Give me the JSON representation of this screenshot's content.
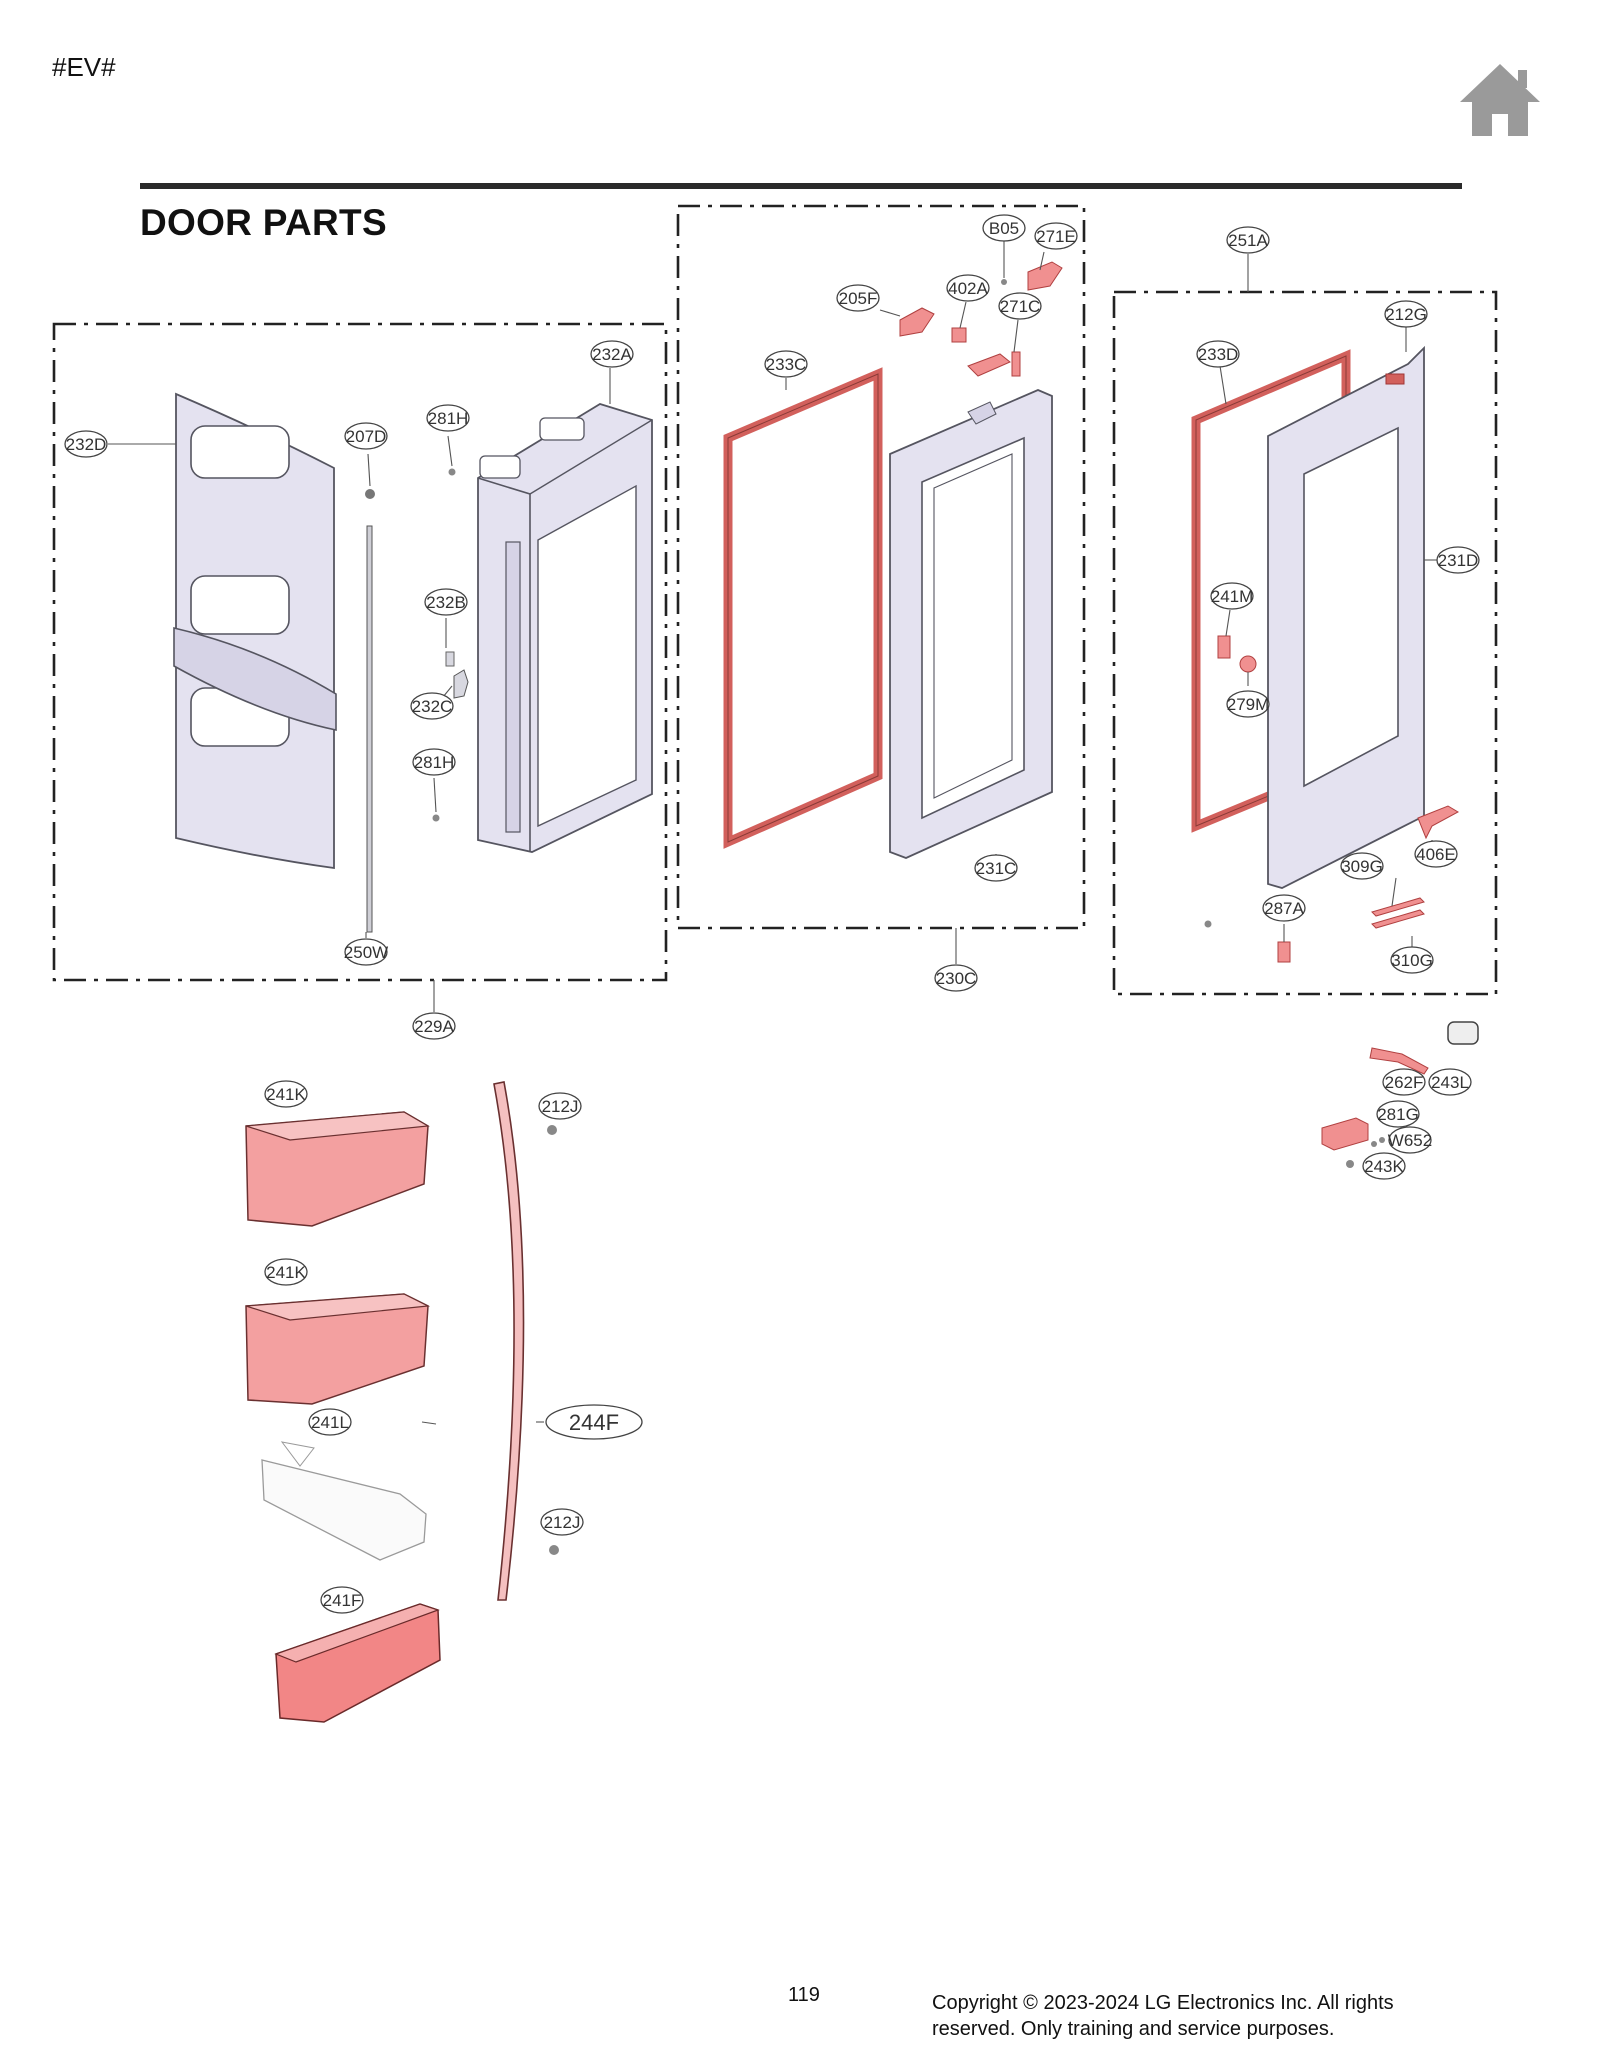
{
  "page": {
    "code": "#EV#",
    "title": "DOOR PARTS",
    "page_number": "119",
    "copyright": "Copyright © 2023-2024 LG Electronics Inc. All rights reserved. Only training and service purposes.",
    "home_icon": "home-icon"
  },
  "labels": {
    "l232D": "232D",
    "l207D": "207D",
    "l281H_a": "281H",
    "l232A": "232A",
    "l232B": "232B",
    "l232C": "232C",
    "l281H_b": "281H",
    "l250W": "250W",
    "l229A": "229A",
    "lB05": "B05",
    "l271E": "271E",
    "l205F": "205F",
    "l402A": "402A",
    "l271C": "271C",
    "l233C": "233C",
    "l231C": "231C",
    "l230C": "230C",
    "l251A": "251A",
    "l212G": "212G",
    "l233D": "233D",
    "l231D": "231D",
    "l241M": "241M",
    "l279M": "279M",
    "l406E": "406E",
    "l309G": "309G",
    "l287A": "287A",
    "l310G": "310G",
    "l262F": "262F",
    "l243L": "243L",
    "l281G": "281G",
    "lW652": "W652",
    "l243K": "243K",
    "l241K_a": "241K",
    "l212J_a": "212J",
    "l241K_b": "241K",
    "l241L": "241L",
    "l244F": "244F",
    "l212J_b": "212J",
    "l241F": "241F"
  },
  "colors": {
    "part_fill": "#e4e2f0",
    "part_stroke": "#555560",
    "highlight_fill": "#f3a0a0",
    "highlight_stroke": "#c24444",
    "gasket": "#d2605c"
  }
}
